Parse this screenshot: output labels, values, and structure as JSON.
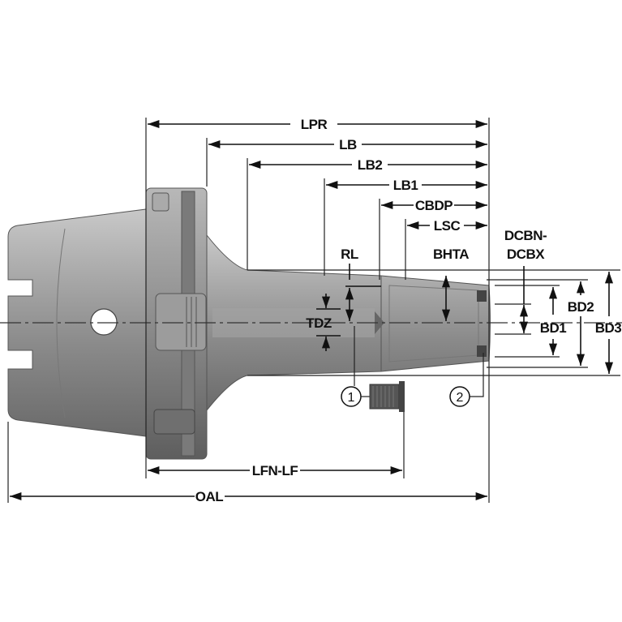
{
  "diagram": {
    "title": "HSK shrink-fit / collet chuck tool holder dimensions",
    "dimensions": {
      "lpr": "LPR",
      "lb": "LB",
      "lb2": "LB2",
      "lb1": "LB1",
      "cbdp": "CBDP",
      "lsc": "LSC",
      "rl": "RL",
      "bhta": "BHTA",
      "dcbn": "DCBN-",
      "dcbx": "DCBX",
      "tdz": "TDZ",
      "bd1": "BD1",
      "bd2": "BD2",
      "bd3": "BD3",
      "lfn_lf": "LFN-LF",
      "oal": "OAL"
    },
    "callouts": [
      "1",
      "2"
    ],
    "colors": {
      "body": "#9a9a9a",
      "line": "#111111"
    }
  }
}
